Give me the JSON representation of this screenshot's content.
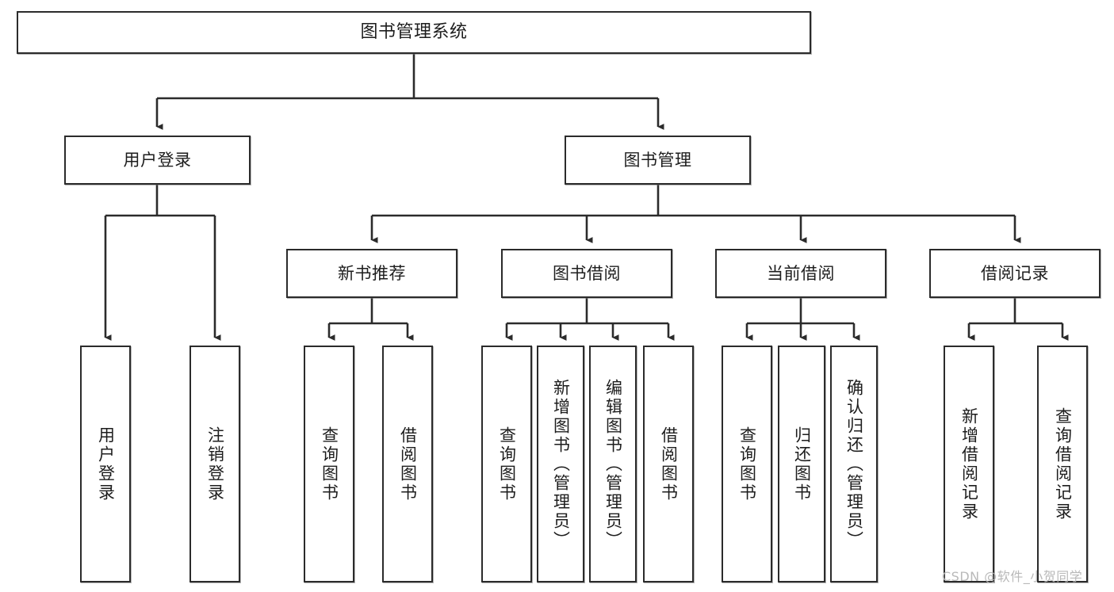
{
  "diagram": {
    "title": "图书管理系统",
    "type": "tree-hierarchy-chart",
    "orientation": "top-down",
    "edge_color": "#2b2b2b",
    "node_border_color": "#2b2b2b",
    "node_fill_color": "#ffffff"
  },
  "watermark": {
    "text": "CSDN @软件_小贺同学",
    "color": "#b9b9b9"
  },
  "nodes": {
    "root": {
      "label": "图书管理系统"
    },
    "level2": [
      {
        "label": "用户登录"
      },
      {
        "label": "图书管理"
      }
    ],
    "level3": [
      {
        "label": "新书推荐"
      },
      {
        "label": "图书借阅"
      },
      {
        "label": "当前借阅"
      },
      {
        "label": "借阅记录"
      }
    ],
    "leaves": {
      "user_login": [
        {
          "label": "用户登录"
        },
        {
          "label": "注销登录"
        }
      ],
      "new_book_recommend": [
        {
          "label": "查询图书"
        },
        {
          "label": "借阅图书"
        }
      ],
      "book_borrow": [
        {
          "label": "查询图书"
        },
        {
          "label": "新增图书（管理员）"
        },
        {
          "label": "编辑图书（管理员）"
        },
        {
          "label": "借阅图书"
        }
      ],
      "current_borrow": [
        {
          "label": "查询图书"
        },
        {
          "label": "归还图书"
        },
        {
          "label": "确认归还（管理员）"
        }
      ],
      "borrow_record": [
        {
          "label": "新增借阅记录"
        },
        {
          "label": "查询借阅记录"
        }
      ]
    }
  }
}
